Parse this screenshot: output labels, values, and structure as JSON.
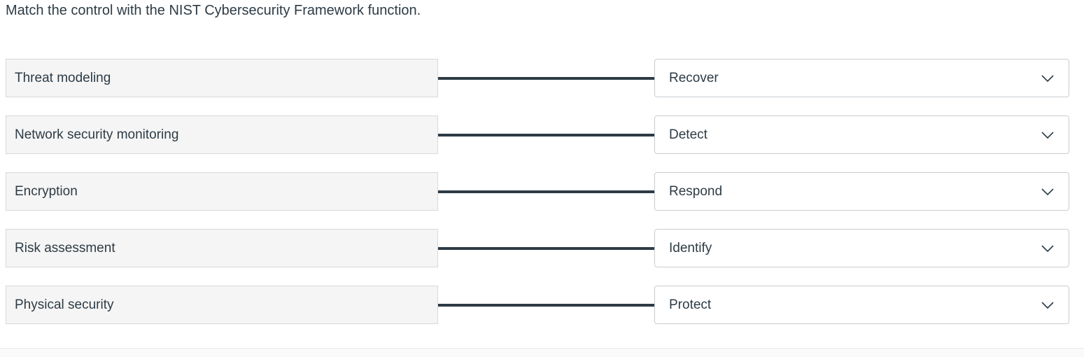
{
  "question": {
    "prompt": "Match the control with the NIST Cybersecurity Framework function."
  },
  "matches": [
    {
      "control": "Threat modeling",
      "selected_function": "Recover"
    },
    {
      "control": "Network security monitoring",
      "selected_function": "Detect"
    },
    {
      "control": "Encryption",
      "selected_function": "Respond"
    },
    {
      "control": "Risk assessment",
      "selected_function": "Identify"
    },
    {
      "control": "Physical security",
      "selected_function": "Protect"
    }
  ],
  "icons": {
    "dropdown_chevron": "chevron-down"
  },
  "colors": {
    "text": "#2d3b45",
    "connector_line": "#2d3b45",
    "control_box_bg": "#f5f5f5",
    "control_box_border": "#d8d8d8",
    "dropdown_bg": "#ffffff",
    "dropdown_border": "#c7cdd1",
    "footer_divider": "#e8e8e8",
    "footer_bg": "#fafafa"
  }
}
